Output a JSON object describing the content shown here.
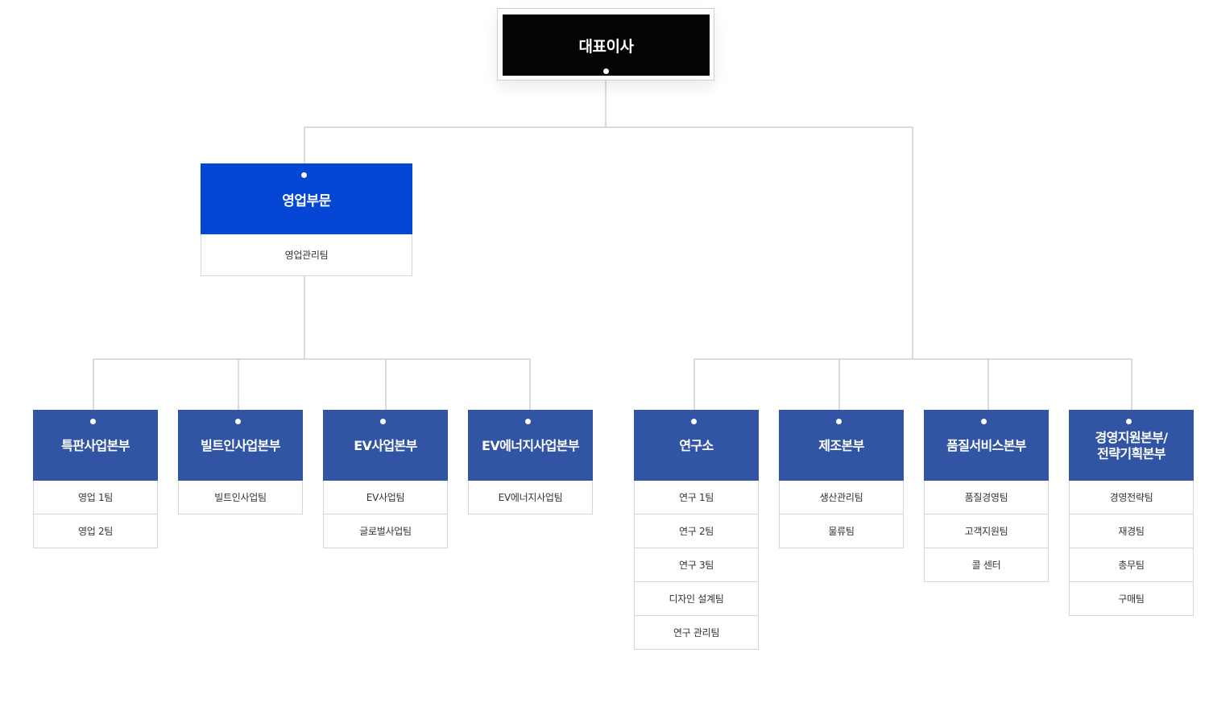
{
  "ceo": {
    "title": "대표이사"
  },
  "sales": {
    "title": "영업부문",
    "team": "영업관리팀"
  },
  "divisions": [
    {
      "title": "특판사업본부",
      "teams": [
        "영업 1팀",
        "영업 2팀"
      ]
    },
    {
      "title": "빌트인사업본부",
      "teams": [
        "빌트인사업팀"
      ]
    },
    {
      "title": "EV사업본부",
      "teams": [
        "EV사업팀",
        "글로벌사업팀"
      ]
    },
    {
      "title": "EV에너지사업본부",
      "teams": [
        "EV에너지사업팀"
      ]
    },
    {
      "title": "연구소",
      "teams": [
        "연구 1팀",
        "연구 2팀",
        "연구 3팀",
        "디자인 설계팀",
        "연구 관리팀"
      ]
    },
    {
      "title": "제조본부",
      "teams": [
        "생산관리팀",
        "물류팀"
      ]
    },
    {
      "title": "품질서비스본부",
      "teams": [
        "품질경영팀",
        "고객지원팀",
        "콜 센터"
      ]
    },
    {
      "title": "경영지원본부/\n전략기획본부",
      "teams": [
        "경영전략팀",
        "재경팀",
        "총무팀",
        "구매팀"
      ]
    }
  ],
  "colors": {
    "ceo": "#040404",
    "sales": "#0646d4",
    "division": "#3154a4",
    "line": "#cfcfcf"
  }
}
